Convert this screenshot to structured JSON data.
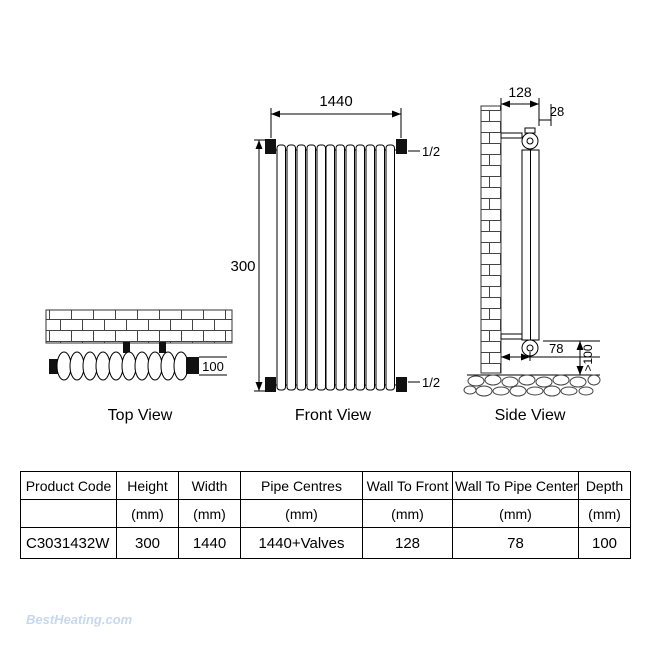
{
  "watermark": {
    "text": "BestHeating.com"
  },
  "views": {
    "top": {
      "label": "Top View",
      "depth_dim": "100"
    },
    "front": {
      "label": "Front View",
      "width_dim": "1440",
      "height_dim": "300",
      "top_conn": "1/2",
      "bottom_conn": "1/2"
    },
    "side": {
      "label": "Side View",
      "wall_to_front_dim": "128",
      "offset_dim": "28",
      "wall_to_pipe_dim": "78",
      "floor_clearance_dim": ">100"
    }
  },
  "table": {
    "columns": [
      {
        "header": "Product Code",
        "unit": ""
      },
      {
        "header": "Height",
        "unit": "(mm)"
      },
      {
        "header": "Width",
        "unit": "(mm)"
      },
      {
        "header": "Pipe Centres",
        "unit": "(mm)"
      },
      {
        "header": "Wall To Front",
        "unit": "(mm)"
      },
      {
        "header": "Wall To Pipe Center",
        "unit": "(mm)"
      },
      {
        "header": "Depth",
        "unit": "(mm)"
      }
    ],
    "row": {
      "product_code": "C3031432W",
      "height": "300",
      "width": "1440",
      "pipe_centres": "1440+Valves",
      "wall_to_front": "128",
      "wall_to_pipe_center": "78",
      "depth": "100"
    }
  }
}
